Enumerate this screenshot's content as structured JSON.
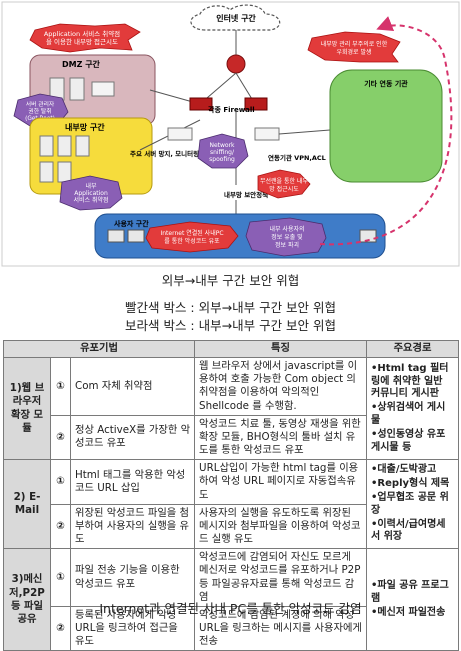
{
  "diagram": {
    "internet": "인터넷 구간",
    "dmz_zone": "DMZ 구간",
    "dmz_callout": [
      "Application 서비스 취약점",
      "을 이용한 내부망 접근시도"
    ],
    "webserver_label": [
      "서버 관리자",
      "권한 탈취",
      "(Get Root)"
    ],
    "internal_zone": "내부망 구간",
    "internal_callout": [
      "내부",
      "Application",
      "서비스 취약점"
    ],
    "main_server_label": "주요 서버 망지, 모니터링",
    "firewall_label": "각종 Firewall",
    "sniff_label": [
      "Network",
      "sniffing/",
      "spoofing"
    ],
    "vpn_label": "연동기관 VPN,ACL",
    "partner_callout": [
      "내부망 관리 부주의로 인한",
      "우회경로 발생"
    ],
    "partner_zone": "기타 연동 기관",
    "ext_access_callout": [
      "무선랜을 통한 내부",
      "망 접근시도"
    ],
    "internal_security": "내부망 보안정책",
    "user_zone": "사용자 구간",
    "pc_callout1": [
      "Internet 연결된 사내PC",
      "를 통한 악성코드 유포"
    ],
    "pc_callout2": [
      "내부 사용자의",
      "정보 유출 및",
      "정보 파괴"
    ]
  },
  "captions": {
    "fig1": "외부→내부 구간 보안 위협",
    "legend_red": "빨간색 박스 : 외부→내부 구간 보안 위협",
    "legend_purple": "보라색 박스 : 내부→내부 구간 보안 위협",
    "fig2": "Internet과 연결된 사내 PC를 통한 악성코드 감염"
  },
  "table": {
    "headers": [
      "유포기법",
      "특징",
      "주요경로"
    ],
    "groups": [
      {
        "label": "1)웹 브라우저 확장 모듈",
        "rows": [
          {
            "num": "①",
            "method": "Com 자체 취약점",
            "feature": "웹 브라우저 상에서 javascript를 이용하여 호출 가능한 Com object 의 취약점을 이용하여 악의적인 Shellcode 를 수행함."
          },
          {
            "num": "②",
            "method": "정상 ActiveX를 가장한 악성코드 유포",
            "feature": "악성코드 치료 툴, 동영상 재생을 위한 확장 모듈, BHO형식의 툴바 설치 유도를 통한 악성코드 유포"
          }
        ],
        "routes": [
          "•Html tag 필터링에 취약한 일반 커뮤니티 게시판",
          "•상위검색어 게시물",
          "•성인동영상 유포 게시물 등"
        ]
      },
      {
        "label": "2) E-Mail",
        "rows": [
          {
            "num": "①",
            "method": "Html 태그를 악용한 악성코드 URL 삽입",
            "feature": "URL삽입이 가능한 html tag를 이용하여 악성 URL 페이지로 자동접속유도"
          },
          {
            "num": "②",
            "method": "위장된 악성코드 파일을 첨부하여 사용자의 실행을 유도",
            "feature": "사용자의 실행을 유도하도록 위장된 메시지와 첨부파일을 이용하여 악성코드 실행 유도"
          }
        ],
        "routes": [
          "•대출/도박광고",
          "•Reply형식 제목",
          "•업무협조 공문 위장",
          "•이력서/급여명세서 위장"
        ]
      },
      {
        "label": "3)메신저,P2P등 파일 공유",
        "rows": [
          {
            "num": "①",
            "method": "파일 전송 기능을 이용한 악성코드 유포",
            "feature": "악성코드에 감염되어 자신도 모르게 메신저로 악성코드를 유포하거나 P2P등 파일공유자료를 통해 악성코드 감염"
          },
          {
            "num": "②",
            "method": "등록된 사용자에게 악성 URL을 링크하여 접근을 유도",
            "feature": "악성코드에 감염된 계정에 의해 악성 URL을 링크하는 메시지를 사용자에게 전송"
          }
        ],
        "routes": [
          "•파일 공유 프로그램",
          "•메신저 파일전송"
        ]
      }
    ]
  }
}
